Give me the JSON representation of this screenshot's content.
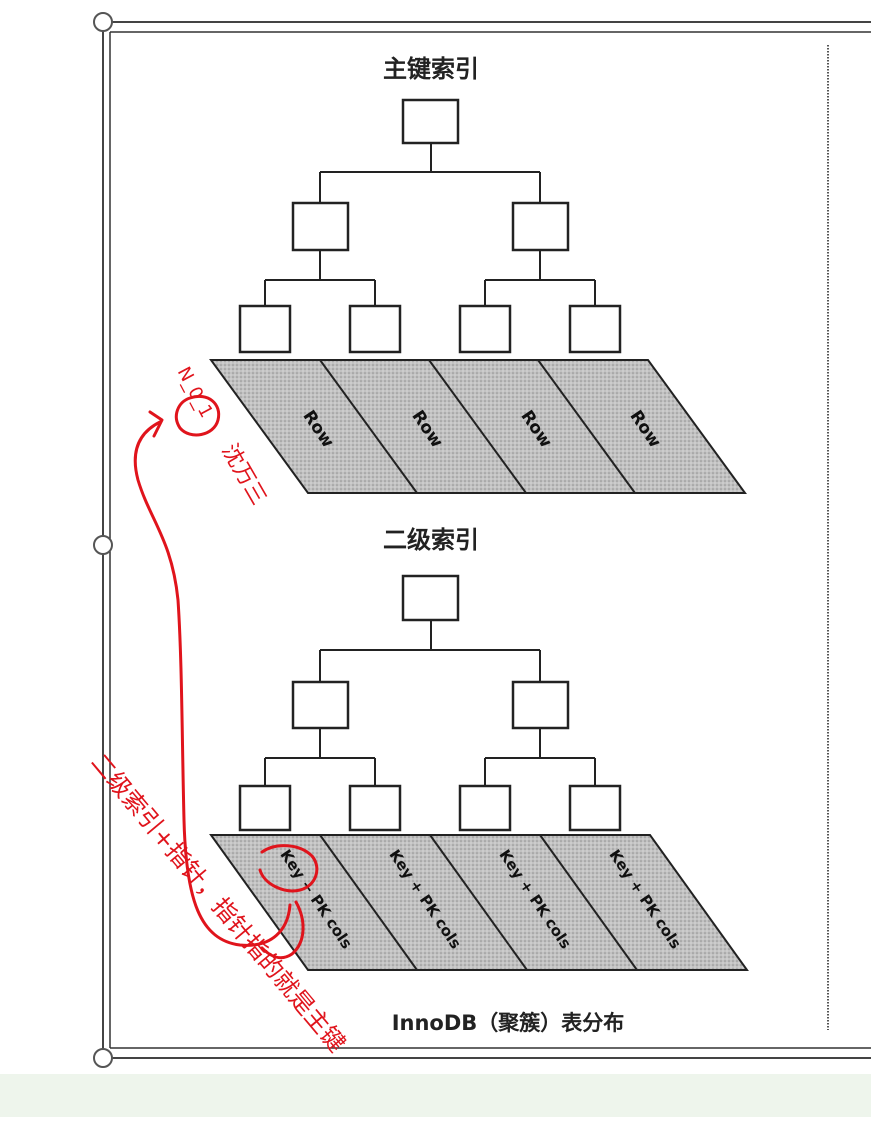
{
  "diagram": {
    "primary": {
      "title": "主键索引",
      "leaf_labels": [
        "Row",
        "Row",
        "Row",
        "Row"
      ]
    },
    "secondary": {
      "title": "二级索引",
      "leaf_labels": [
        "Key + PK cols",
        "Key + PK cols",
        "Key + PK cols",
        "Key + PK cols"
      ]
    },
    "caption": "InnoDB（聚簇）表分布"
  },
  "annotations": {
    "no1": "N_0_1",
    "name": "沈万三",
    "note": "二级索引+指针，指针指的就是主键"
  },
  "colors": {
    "ink": "#222222",
    "leaf_fill": "#b9b9b9",
    "annotation_red": "#e0141c",
    "handle": "#555555",
    "strip": "#eef5ec"
  }
}
